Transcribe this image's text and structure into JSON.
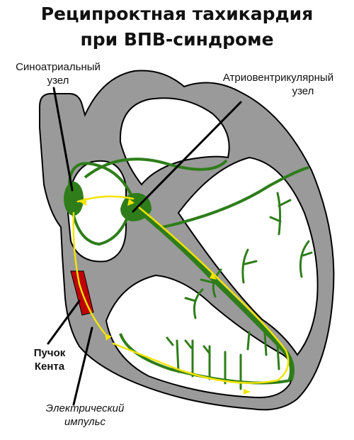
{
  "title": {
    "line1": "Реципроктная тахикардия",
    "line2": "при ВПВ-синдроме"
  },
  "labels": {
    "sa_node_line1": "Синоатриальный",
    "sa_node_line2": "узел",
    "av_node_line1": "Атриовентрикулярный",
    "av_node_line2": "узел",
    "kent_line1": "Пучок",
    "kent_line2": "Кента",
    "impulse_line1": "Электрический",
    "impulse_line2": "импульс"
  },
  "colors": {
    "heart_wall": "#9a9a9a",
    "conduction": "#2e7d1a",
    "impulse": "#f2e400",
    "kent_bundle": "#c00000",
    "outline": "#000000"
  }
}
